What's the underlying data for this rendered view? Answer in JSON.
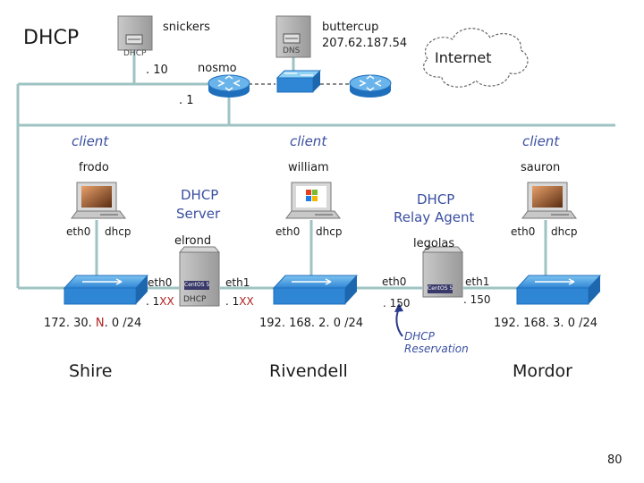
{
  "slide": {
    "title": "DHCP",
    "page_number": "80"
  },
  "servers": {
    "snickers": {
      "name": "snickers",
      "badge": "DHCP"
    },
    "buttercup": {
      "name": "buttercup",
      "ip": "207.62.187.54",
      "badge": "DNS"
    }
  },
  "router": {
    "name": "nosmo",
    "left_octet": ". 10",
    "bottom_octet": ". 1"
  },
  "internet": {
    "label": "Internet"
  },
  "hosts": [
    {
      "role": "client",
      "name": "frodo",
      "if1": "eth0",
      "if2": "dhcp"
    },
    {
      "role": "client",
      "name": "william",
      "if1": "eth0",
      "if2": "dhcp"
    },
    {
      "role": "client",
      "name": "sauron",
      "if1": "eth0",
      "if2": "dhcp"
    }
  ],
  "elrond": {
    "role_line1": "DHCP",
    "role_line2": "Server",
    "name": "elrond",
    "if_left": "eth0",
    "if_right": "eth1",
    "addr_left_prefix": ". 1",
    "addr_left_xx": "XX",
    "addr_right_prefix": ". 1",
    "addr_right_xx": "XX",
    "badge_os": "CentOS 5",
    "badge_bottom": "DHCP"
  },
  "legolas": {
    "role_line1": "DHCP",
    "role_line2": "Relay Agent",
    "name": "legolas",
    "if_left": "eth0",
    "if_right": "eth1",
    "addr_left": ". 150",
    "addr_right": ". 150",
    "badge_os": "CentOS 5",
    "reservation_line1": "DHCP",
    "reservation_line2": "Reservation"
  },
  "networks": [
    {
      "subnet_pre": "172. 30. ",
      "subnet_n": "N",
      "subnet_post": ". 0 /24",
      "name": "Shire"
    },
    {
      "subnet": "192. 168. 2. 0 /24",
      "name": "Rivendell"
    },
    {
      "subnet": "192. 168. 3. 0 /24",
      "name": "Mordor"
    }
  ],
  "colors": {
    "cable": "#9fc3c3",
    "switch": "#2f86d4",
    "router": "#2f86d4",
    "text_blue": "#3a4fa0",
    "accent_red": "#b02020"
  }
}
